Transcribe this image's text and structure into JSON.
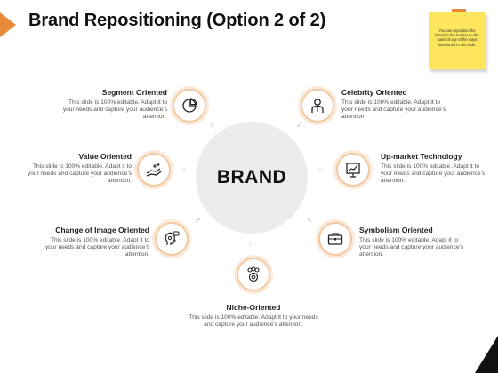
{
  "title": "Brand Repositioning (Option 2 of 2)",
  "sticky_note": "You can reposition the Brand in the market on the basis of any of the ways mentioned in this slide.",
  "center": "BRAND",
  "items": [
    {
      "heading": "Segment Oriented",
      "desc": "This slide is 100% editable. Adapt it to your needs and capture your audience’s attention.",
      "icon": "pie-chart-icon"
    },
    {
      "heading": "Celebrity Oriented",
      "desc": "This slide is 100% editable. Adapt it to your needs and capture your audience’s attention.",
      "icon": "person-icon"
    },
    {
      "heading": "Value Oriented",
      "desc": "This slide is 100% editable. Adapt it to your needs and capture your audience’s attention.",
      "icon": "hand-value-icon"
    },
    {
      "heading": "Up-market Technology",
      "desc": "This slide is 100% editable. Adapt it to your needs and capture your audience’s attention.",
      "icon": "presentation-chart-icon"
    },
    {
      "heading": "Change of Image Oriented",
      "desc": "This slide is 100% editable. Adapt it to your needs and capture your audience’s attention.",
      "icon": "head-chat-icon"
    },
    {
      "heading": "Symbolism Oriented",
      "desc": "This slide is 100% editable. Adapt it to your needs and capture your audience’s attention.",
      "icon": "briefcase-icon"
    },
    {
      "heading": "Niche-Oriented",
      "desc": "This slide is 100% editable. Adapt it to your needs and capture your audience’s attention.",
      "icon": "group-target-icon"
    }
  ],
  "colors": {
    "accent": "#e8893a",
    "ring": "#f2c9a0",
    "sticky": "#fde55c",
    "center": "#ececec"
  }
}
